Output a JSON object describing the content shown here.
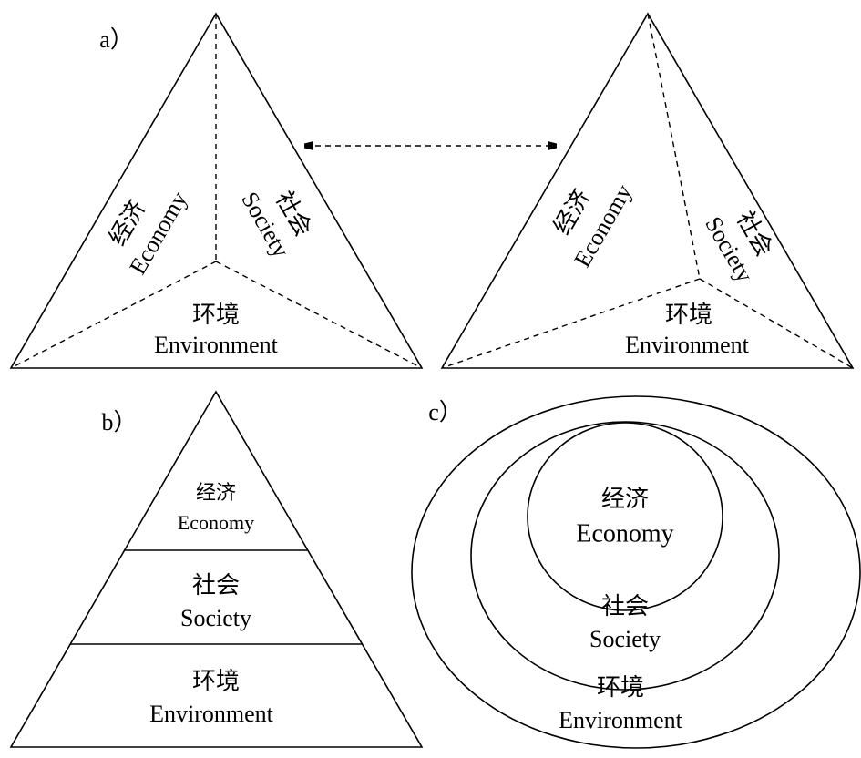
{
  "panels": {
    "a": {
      "label": "a）"
    },
    "b": {
      "label": "b）"
    },
    "c": {
      "label": "c）"
    }
  },
  "terms": {
    "economy_zh": "经济",
    "economy_en": "Economy",
    "society_zh": "社会",
    "society_en": "Society",
    "environment_zh": "环境",
    "environment_en": "Environment"
  }
}
